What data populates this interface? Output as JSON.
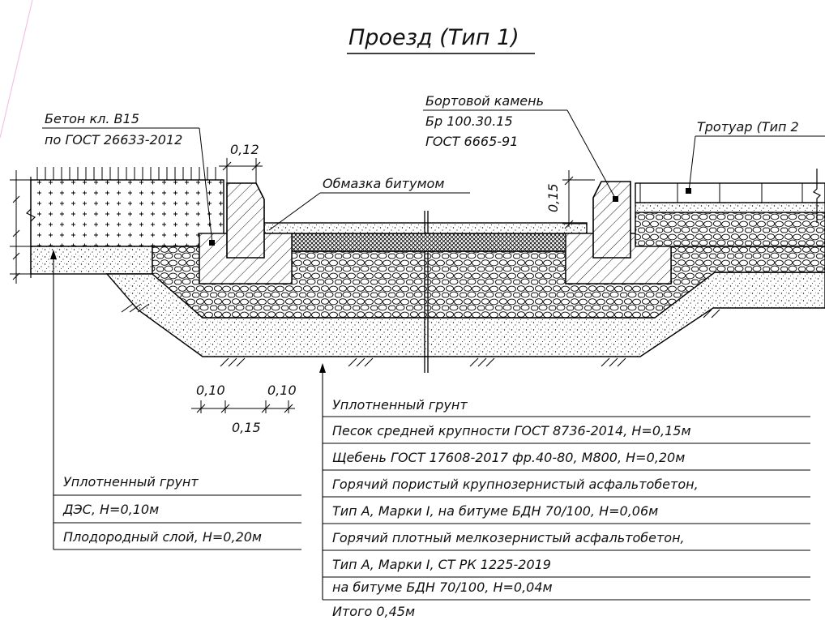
{
  "title": "Проезд (Тип 1)",
  "callouts": {
    "concrete": [
      "Бетон кл. В15",
      "по ГОСТ 26633-2012"
    ],
    "curb": [
      "Бортовой камень",
      "Бр 100.30.15",
      "ГОСТ 6665-91"
    ],
    "sidewalk": "Тротуар (Тип 2",
    "bitumen": "Обмазка битумом"
  },
  "dimensions": {
    "curb_offset": "0,12",
    "curb_height": "0,15",
    "left_a": "0,10",
    "left_b": "0,10",
    "left_c": "0,15"
  },
  "layers_left": [
    "Уплотненный грунт",
    "ДЭС, Н=0,10м",
    "Плодородный слой, Н=0,20м"
  ],
  "layers_road": [
    "Уплотненный грунт",
    "Песок средней крупности ГОСТ 8736-2014, Н=0,15м",
    "Щебень ГОСТ 17608-2017 фр.40-80, М800, Н=0,20м",
    "Горячий пористый крупнозернистый асфальтобетон,",
    "Тип А, Марки I, на битуме БДН 70/100, Н=0,06м",
    "Горячий плотный мелкозернистый асфальтобетон,",
    "Тип А, Марки I, СТ РК 1225-2019",
    "на битуме БДН 70/100, Н=0,04м",
    "Итого  0,45м"
  ]
}
